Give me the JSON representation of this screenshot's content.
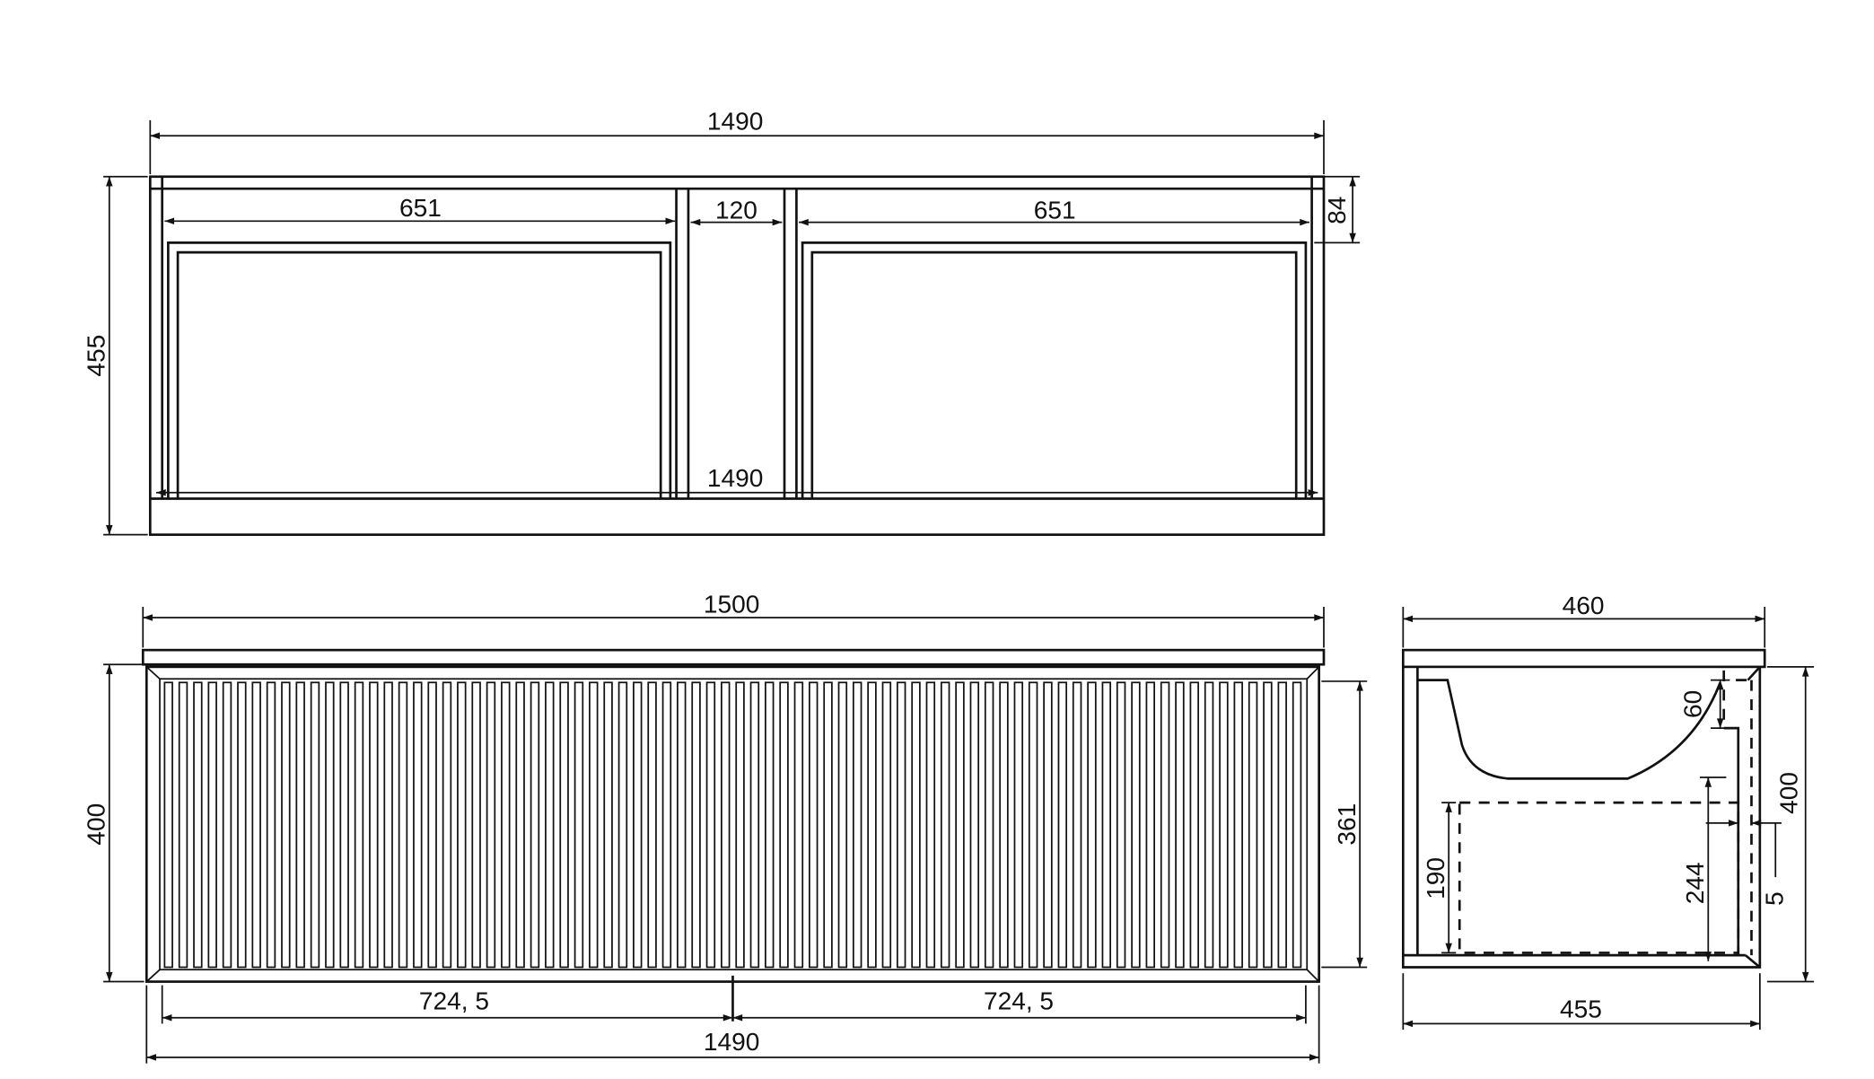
{
  "top_view": {
    "overall_width": "1490",
    "left_drawer_width": "651",
    "center_gap": "120",
    "right_drawer_width": "651",
    "top_rail": "84",
    "depth": "455",
    "inner_width": "1490"
  },
  "front_view": {
    "top_width": "1500",
    "height": "400",
    "panel_height": "361",
    "left_half": "724, 5",
    "right_half": "724, 5",
    "body_width": "1490"
  },
  "side_view": {
    "top_depth": "460",
    "basin_depth": "60",
    "gap": "5",
    "height": "400",
    "drawer_height": "190",
    "inner_height": "244",
    "body_depth": "455"
  }
}
